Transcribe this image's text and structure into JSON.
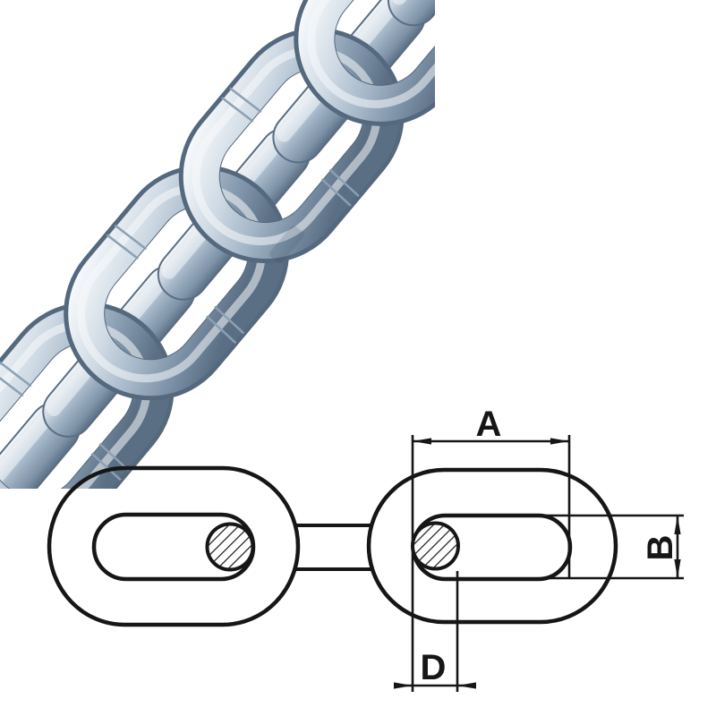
{
  "colors": {
    "background": "#ffffff",
    "line": "#161616",
    "metal_highlight": "#f6f9fb",
    "metal_light": "#cfdae4",
    "metal_mid": "#a5b7c8",
    "metal_shade": "#7e93a8",
    "metal_dark": "#5a6e84",
    "metal_edge": "#54687e",
    "seam": "#8ca0b4"
  },
  "drawing": {
    "labels": {
      "inside_length": "A",
      "inside_width": "B",
      "wire_diameter": "D"
    }
  }
}
